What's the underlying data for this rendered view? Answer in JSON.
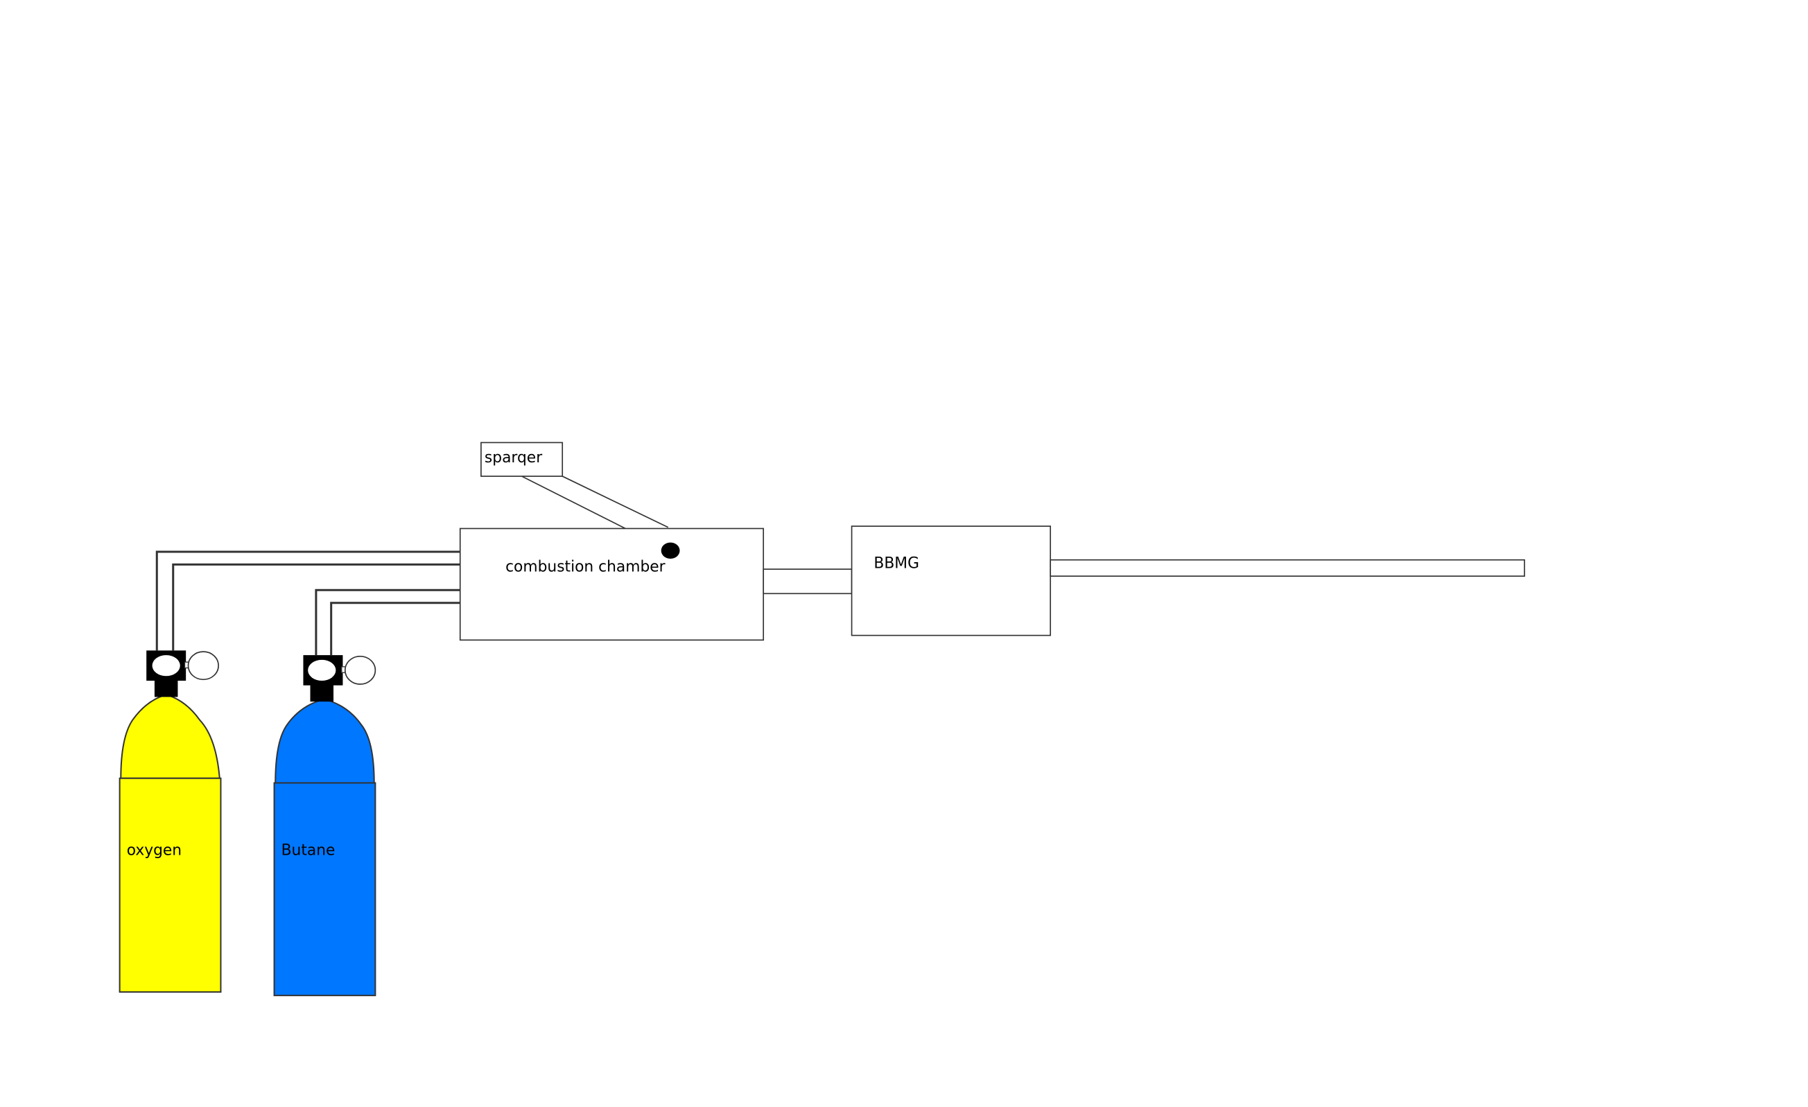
{
  "labels": {
    "oxygen": "oxygen",
    "butane": "Butane",
    "sparger": "sparqer",
    "chamber": "combustion chamber",
    "bbmg": "BBMG"
  },
  "colors": {
    "oxygen_cylinder": "#ffff00",
    "butane_cylinder": "#0077ff",
    "outline": "#333333",
    "valve": "#000000"
  },
  "icons": {
    "oxygen": "gas-cylinder",
    "butane": "gas-cylinder",
    "gauge": "pressure-gauge",
    "igniter": "spark-point"
  }
}
